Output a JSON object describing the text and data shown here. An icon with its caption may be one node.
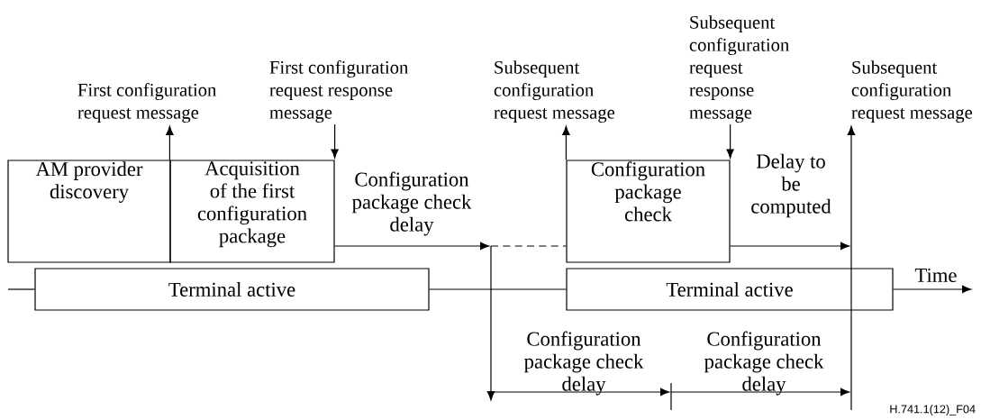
{
  "diagram": {
    "nodes": [
      {
        "text": [
          "AM provider discovery"
        ]
      },
      {
        "text": [
          "Acquisition of the first configuration package"
        ]
      },
      {
        "text": [
          "Terminal active"
        ]
      },
      {
        "text": [
          "Configuration package check"
        ]
      },
      {
        "text": [
          "Terminal active"
        ]
      },
      {
        "text": [
          "First configuration request message"
        ]
      },
      {
        "text": [
          "First configuration request response message"
        ]
      },
      {
        "text": [
          "Subsequent configuration request message"
        ]
      },
      {
        "text": [
          "Subsequent configuration request response message"
        ]
      },
      {
        "text": [
          "Subsequent configuration request message"
        ]
      }
    ],
    "edges": [
      {
        "from": 1,
        "to": 5,
        "arrow": "to"
      },
      {
        "from": 6,
        "to": 1,
        "arrow": "to"
      },
      {
        "from": 3,
        "to": 7,
        "arrow": "to"
      },
      {
        "from": 8,
        "to": 3,
        "arrow": "to"
      },
      {
        "from": null,
        "to": 9,
        "arrow": "to"
      },
      {
        "from": 1,
        "to": null,
        "arrow": "to",
        "label": "Configuration package check delay"
      },
      {
        "from": null,
        "to": 3,
        "arrow": "none",
        "style": "dashed"
      },
      {
        "from": 3,
        "to": null,
        "arrow": "to",
        "label": "Delay to be computed"
      },
      {
        "from": null,
        "to": 2,
        "arrow": "none"
      },
      {
        "from": 2,
        "to": 4,
        "arrow": "none"
      },
      {
        "from": 4,
        "to": null,
        "arrow": "to",
        "label": "Time"
      }
    ],
    "labels": [
      "Configuration package check delay",
      "Configuration package check delay",
      "H.741.1(12)_F04"
    ]
  }
}
